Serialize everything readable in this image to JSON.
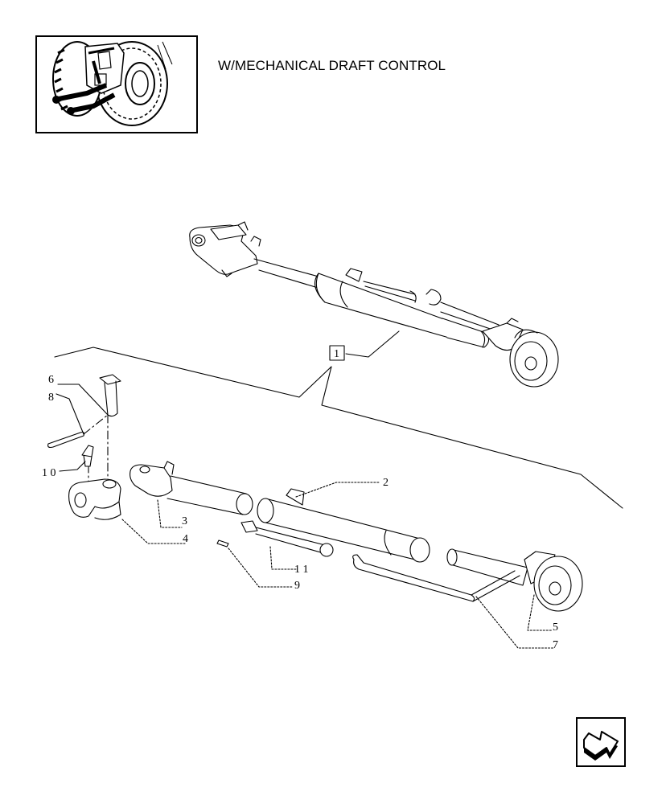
{
  "header": {
    "title": "W/MECHANICAL DRAFT CONTROL"
  },
  "callouts": {
    "c1": "1",
    "c2": "2",
    "c3": "3",
    "c4": "4",
    "c5": "5",
    "c6": "6",
    "c7": "7",
    "c8": "8",
    "c9": "9",
    "c10": "1 0",
    "c11": "1 1"
  },
  "nav": {
    "icon": "next-page-arrow-icon"
  }
}
